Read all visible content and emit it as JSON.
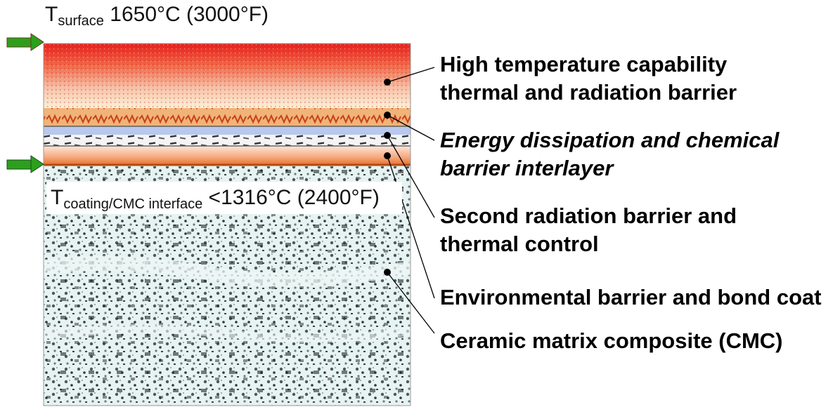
{
  "surface_temp": {
    "symbol": "T",
    "subscript": "surface",
    "value": "1650°C (3000°F)"
  },
  "interface_temp": {
    "symbol": "T",
    "subscript": "coating/CMC interface",
    "value": "<1316°C (2400°F)"
  },
  "annotations": {
    "layer1_line1": "High temperature capability",
    "layer1_line2": "thermal and radiation barrier",
    "layer2_line1": "Energy dissipation and chemical",
    "layer2_line2": "barrier interlayer",
    "layer3_line1": "Second radiation barrier and",
    "layer3_line2": "thermal control",
    "layer4": "Environmental barrier and bond coat",
    "layer5": "Ceramic matrix composite (CMC)"
  },
  "colors": {
    "arrow": "#2ca01c",
    "surface_hot": "#e8201c",
    "interlayer": "#e49050",
    "radiation_barrier": "#b8c8ee",
    "bond_coat": "#f2a27a",
    "cmc_base": "#e6f3f2"
  }
}
